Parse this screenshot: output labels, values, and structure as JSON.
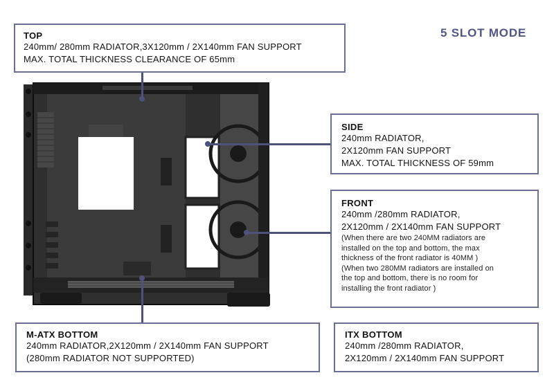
{
  "mode_label": "5 SLOT MODE",
  "accent_color": "#6b6f96",
  "top": {
    "title": "TOP",
    "lines": [
      "240mm/ 280mm RADIATOR,3X120mm / 2X140mm FAN SUPPORT",
      "MAX. TOTAL THICKNESS CLEARANCE OF 65mm"
    ]
  },
  "side": {
    "title": "SIDE",
    "lines": [
      "240mm RADIATOR,",
      "2X120mm FAN SUPPORT",
      "MAX. TOTAL THICKNESS OF 59mm"
    ]
  },
  "front": {
    "title": "FRONT",
    "lines": [
      "240mm /280mm RADIATOR,",
      "2X120mm / 2X140mm FAN SUPPORT"
    ],
    "notes": [
      "(When there are two 240MM radiators are",
      "installed on the top and bottom, the max",
      "thickness of the front radiator is 40MM )",
      "(When two 280MM radiators are installed on",
      "the top and bottom, there is no room for",
      "installing the front radiator )"
    ]
  },
  "matx_bottom": {
    "title": "M-ATX BOTTOM",
    "lines": [
      "240mm RADIATOR,2X120mm / 2X140mm FAN SUPPORT",
      "(280mm RADIATOR NOT SUPPORTED)"
    ]
  },
  "itx_bottom": {
    "title": "ITX BOTTOM",
    "lines": [
      "240mm /280mm RADIATOR,",
      "2X120mm / 2X140mm FAN SUPPORT"
    ]
  }
}
